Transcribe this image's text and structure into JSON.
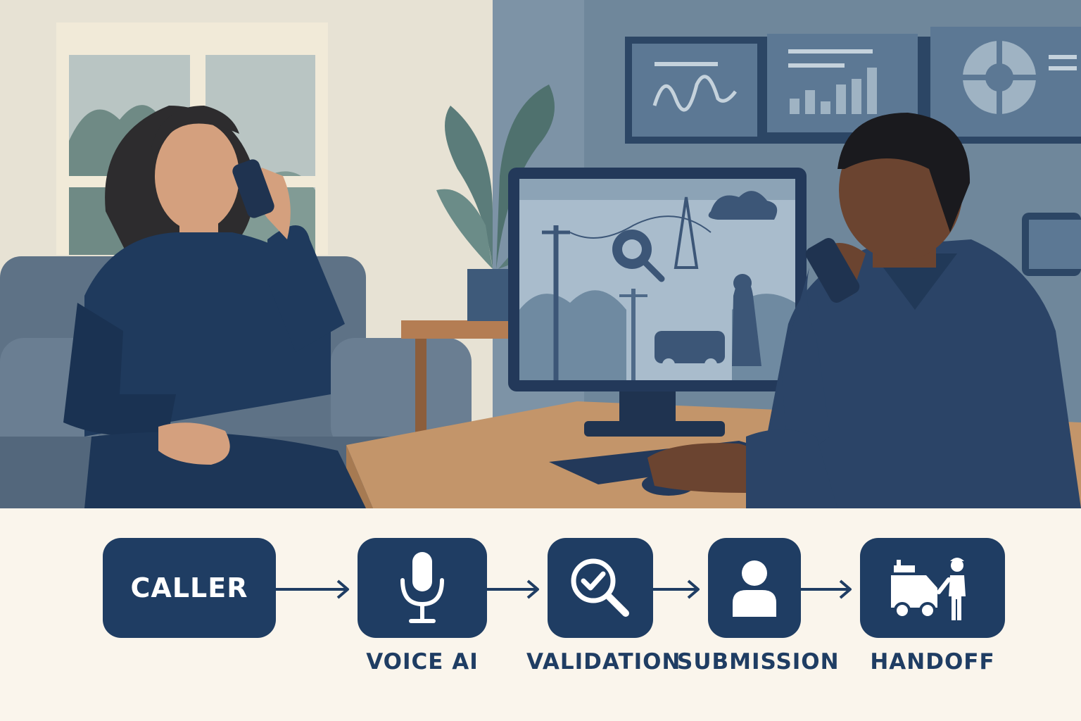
{
  "flow": {
    "caller": "CALLER",
    "steps": [
      {
        "label": "VOICE AI",
        "icon": "microphone-icon"
      },
      {
        "label": "VALIDATION",
        "icon": "magnifier-check-icon"
      },
      {
        "label": "SUBMISSION",
        "icon": "person-icon"
      },
      {
        "label": "HANDOFF",
        "icon": "worker-truck-icon"
      }
    ]
  },
  "colors": {
    "node": "#1f3d63",
    "label": "#1f3d63",
    "background": "#faf5ec"
  }
}
